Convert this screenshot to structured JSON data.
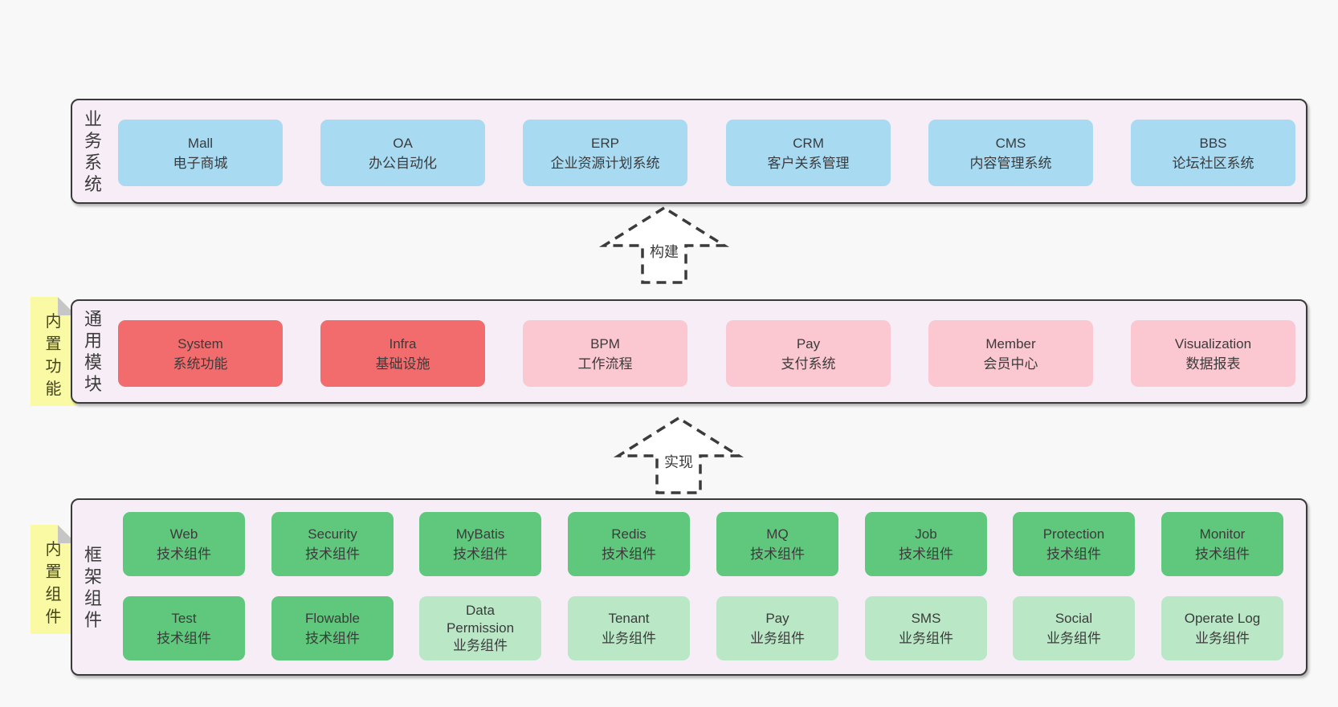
{
  "palette": {
    "page_bg": "#f8f8f8",
    "band_bg": "#f7edf6",
    "band_border": "#3a3a3a",
    "blue": "#a8daf2",
    "red": "#f26c6e",
    "pink": "#fbc7d1",
    "green": "#5fc87c",
    "light_green": "#bae8c7",
    "sticky_yellow": "#fafaa4",
    "sticky_fold_gray": "#c6c6c6",
    "text": "#3b3b3b"
  },
  "bands": {
    "business": {
      "label": "业务系统",
      "items": [
        {
          "title": "Mall",
          "subtitle": "电子商城"
        },
        {
          "title": "OA",
          "subtitle": "办公自动化"
        },
        {
          "title": "ERP",
          "subtitle": "企业资源计划系统"
        },
        {
          "title": "CRM",
          "subtitle": "客户关系管理"
        },
        {
          "title": "CMS",
          "subtitle": "内容管理系统"
        },
        {
          "title": "BBS",
          "subtitle": "论坛社区系统"
        }
      ]
    },
    "modules": {
      "label": "通用模块",
      "sticky": "内置功能",
      "items": [
        {
          "title": "System",
          "subtitle": "系统功能",
          "variant": "red"
        },
        {
          "title": "Infra",
          "subtitle": "基础设施",
          "variant": "red"
        },
        {
          "title": "BPM",
          "subtitle": "工作流程",
          "variant": "pink"
        },
        {
          "title": "Pay",
          "subtitle": "支付系统",
          "variant": "pink"
        },
        {
          "title": "Member",
          "subtitle": "会员中心",
          "variant": "pink"
        },
        {
          "title": "Visualization",
          "subtitle": "数据报表",
          "variant": "pink"
        }
      ]
    },
    "components": {
      "label": "框架组件",
      "sticky": "内置组件",
      "row1": [
        {
          "title": "Web",
          "subtitle": "技术组件",
          "variant": "green"
        },
        {
          "title": "Security",
          "subtitle": "技术组件",
          "variant": "green"
        },
        {
          "title": "MyBatis",
          "subtitle": "技术组件",
          "variant": "green"
        },
        {
          "title": "Redis",
          "subtitle": "技术组件",
          "variant": "green"
        },
        {
          "title": "MQ",
          "subtitle": "技术组件",
          "variant": "green"
        },
        {
          "title": "Job",
          "subtitle": "技术组件",
          "variant": "green"
        },
        {
          "title": "Protection",
          "subtitle": "技术组件",
          "variant": "green"
        },
        {
          "title": "Monitor",
          "subtitle": "技术组件",
          "variant": "green"
        }
      ],
      "row2": [
        {
          "title": "Test",
          "subtitle": "技术组件",
          "variant": "green"
        },
        {
          "title": "Flowable",
          "subtitle": "技术组件",
          "variant": "green"
        },
        {
          "title": "Data Permission",
          "subtitle": "业务组件",
          "variant": "light_green"
        },
        {
          "title": "Tenant",
          "subtitle": "业务组件",
          "variant": "light_green"
        },
        {
          "title": "Pay",
          "subtitle": "业务组件",
          "variant": "light_green"
        },
        {
          "title": "SMS",
          "subtitle": "业务组件",
          "variant": "light_green"
        },
        {
          "title": "Social",
          "subtitle": "业务组件",
          "variant": "light_green"
        },
        {
          "title": "Operate Log",
          "subtitle": "业务组件",
          "variant": "light_green"
        }
      ]
    }
  },
  "arrows": [
    {
      "label": "构建"
    },
    {
      "label": "实现"
    }
  ]
}
